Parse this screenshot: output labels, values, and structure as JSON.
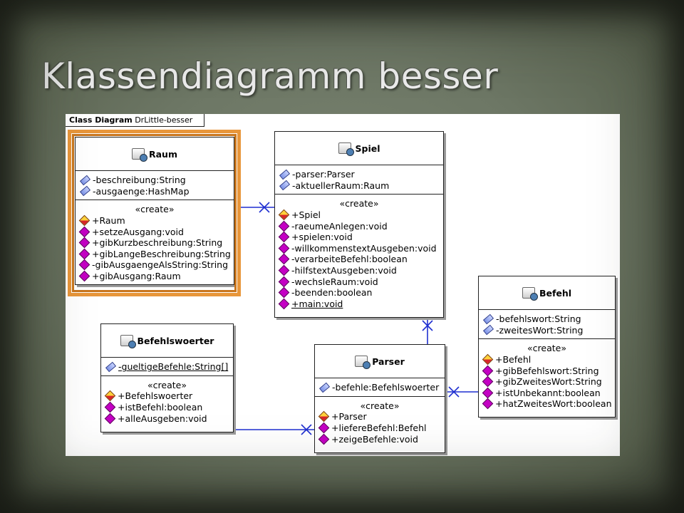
{
  "slide": {
    "title": "Klassendiagramm besser"
  },
  "diagram": {
    "tab_kind": "Class Diagram",
    "tab_name": "DrLittle-besser",
    "create_label": "«create»",
    "classes": {
      "raum": {
        "name": "Raum",
        "fields": [
          "-beschreibung:String",
          "-ausgaenge:HashMap"
        ],
        "constructor": "+Raum",
        "methods": [
          "+setzeAusgang:void",
          "+gibKurzbeschreibung:String",
          "+gibLangeBeschreibung:String",
          "-gibAusgaengeAlsString:String",
          "+gibAusgang:Raum"
        ]
      },
      "spiel": {
        "name": "Spiel",
        "fields": [
          "-parser:Parser",
          "-aktuellerRaum:Raum"
        ],
        "constructor": "+Spiel",
        "methods": [
          "-raeumeAnlegen:void",
          "+spielen:void",
          "-willkommenstextAusgeben:void",
          "-verarbeiteBefehl:boolean",
          "-hilfstextAusgeben:void",
          "-wechsleRaum:void",
          "-beenden:boolean",
          "+main:void"
        ]
      },
      "befehl": {
        "name": "Befehl",
        "fields": [
          "-befehlswort:String",
          "-zweitesWort:String"
        ],
        "constructor": "+Befehl",
        "methods": [
          "+gibBefehlswort:String",
          "+gibZweitesWort:String",
          "+istUnbekannt:boolean",
          "+hatZweitesWort:boolean"
        ]
      },
      "befehlswoerter": {
        "name": "Befehlswoerter",
        "fields": [
          "-gueltigeBefehle:String[]"
        ],
        "constructor": "+Befehlswoerter",
        "methods": [
          "+istBefehl:boolean",
          "+alleAusgeben:void"
        ]
      },
      "parser": {
        "name": "Parser",
        "fields": [
          "-befehle:Befehlswoerter"
        ],
        "constructor": "+Parser",
        "methods": [
          "+liefereBefehl:Befehl",
          "+zeigeBefehle:void"
        ]
      }
    }
  }
}
